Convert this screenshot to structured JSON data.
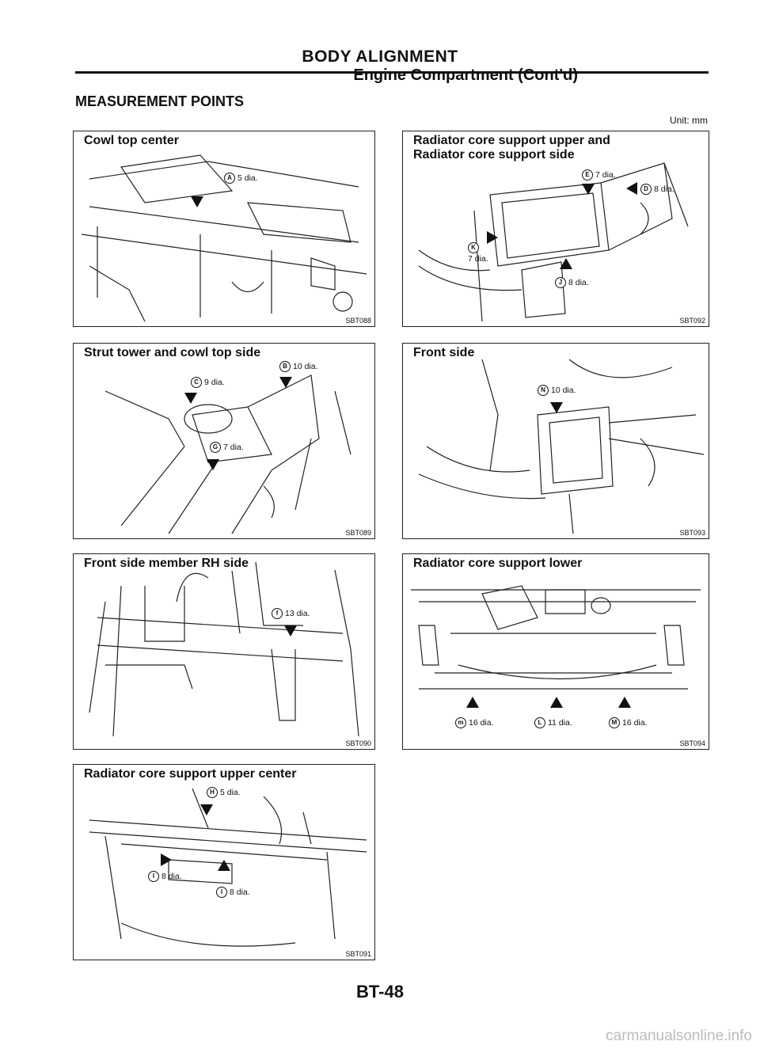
{
  "header": {
    "title": "BODY ALIGNMENT",
    "subtitle": "Engine Compartment (Cont'd)"
  },
  "section_title": "MEASUREMENT POINTS",
  "unit_label": "Unit: mm",
  "panels": [
    {
      "title": "Cowl top center",
      "ref": "SBT088",
      "callouts": [
        {
          "letter": "A",
          "text": "5 dia."
        }
      ]
    },
    {
      "title": "Radiator core support upper and",
      "title_line2": "Radiator core support side",
      "ref": "SBT092",
      "callouts": [
        {
          "letter": "E",
          "text": "7 dia."
        },
        {
          "letter": "D",
          "text": "8 dia."
        },
        {
          "letter": "K",
          "text": "7 dia."
        },
        {
          "letter": "J",
          "text": "8 dia."
        }
      ]
    },
    {
      "title": "Strut tower and cowl top side",
      "ref": "SBT089",
      "callouts": [
        {
          "letter": "B",
          "text": "10 dia."
        },
        {
          "letter": "C",
          "text": "9 dia."
        },
        {
          "letter": "G",
          "text": "7 dia."
        }
      ]
    },
    {
      "title": "Front side",
      "ref": "SBT093",
      "callouts": [
        {
          "letter": "N",
          "text": "10 dia."
        }
      ]
    },
    {
      "title": "Front side member RH side",
      "ref": "SBT090",
      "callouts": [
        {
          "letter": "f",
          "text": "13 dia."
        }
      ]
    },
    {
      "title": "Radiator core support lower",
      "ref": "SBT094",
      "callouts": [
        {
          "letter": "m",
          "text": "16 dia."
        },
        {
          "letter": "L",
          "text": "11 dia."
        },
        {
          "letter": "M",
          "text": "16 dia."
        }
      ]
    },
    {
      "title": "Radiator core support upper center",
      "ref": "SBT091",
      "callouts": [
        {
          "letter": "H",
          "text": "5 dia."
        },
        {
          "letter": "I",
          "text": "8 dia."
        },
        {
          "letter": "I",
          "text": "8 dia."
        }
      ]
    }
  ],
  "footer": "BT-48",
  "watermark": "carmanualsonline.info"
}
